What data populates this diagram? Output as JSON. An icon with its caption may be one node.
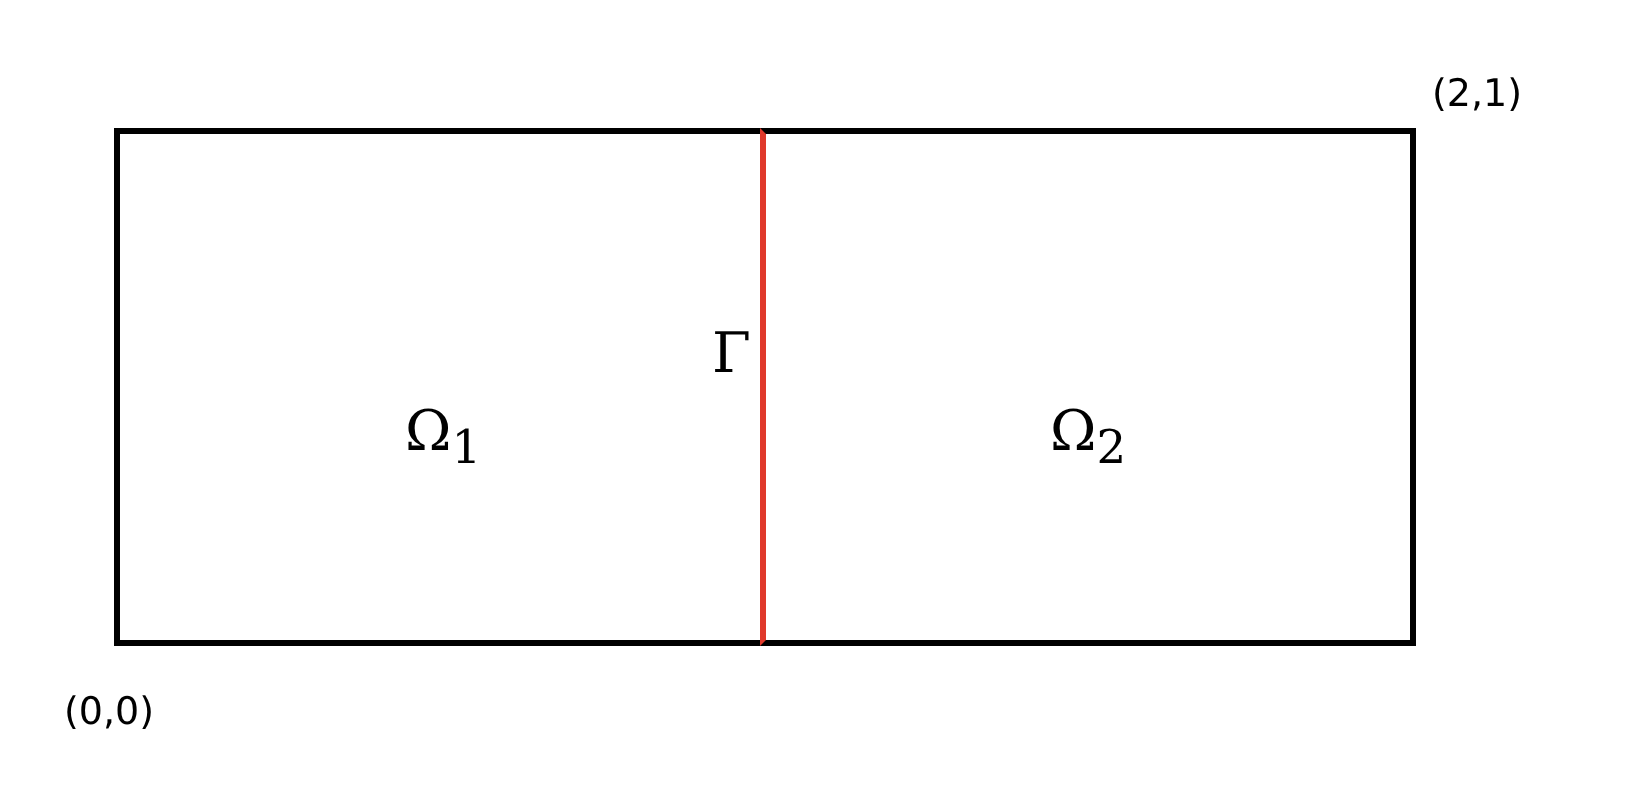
{
  "diagram": {
    "nodes": [
      {
        "text": [
          "Ω$_{1}$"
        ]
      },
      {
        "text": [
          "Ω$_{2}$"
        ]
      }
    ],
    "labels": [
      "(2,1)",
      "Γ",
      "(0,0)"
    ]
  }
}
